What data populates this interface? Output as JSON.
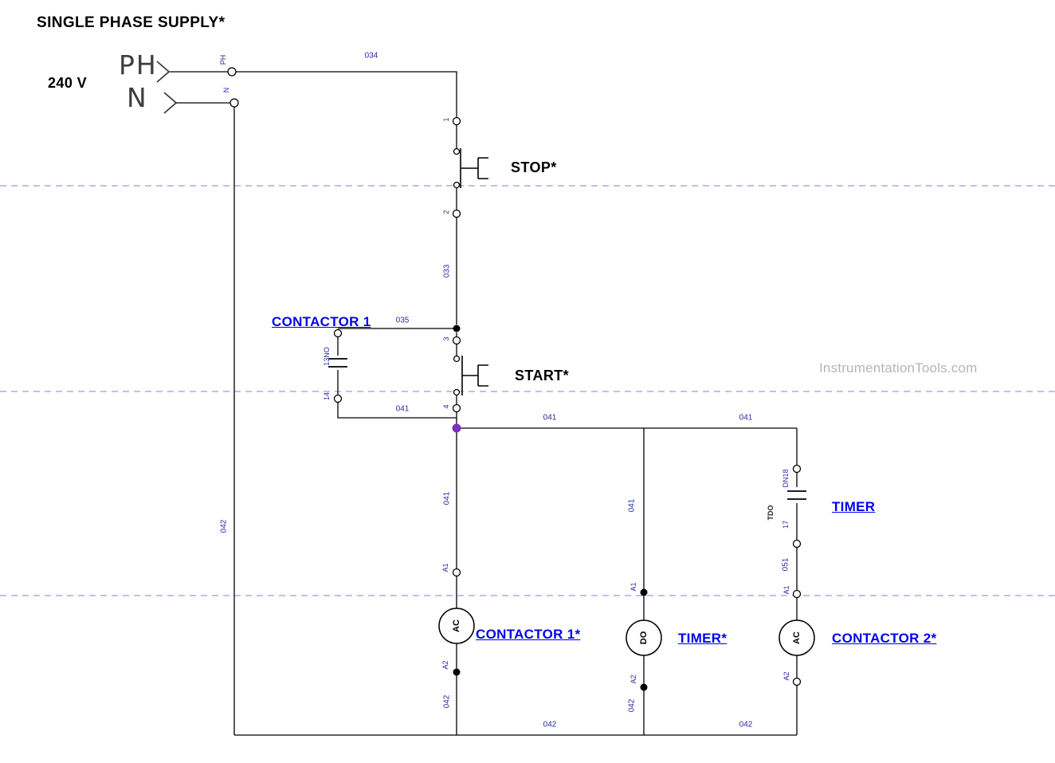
{
  "title": "SINGLE PHASE SUPPLY*",
  "supply": {
    "voltage": "240 V",
    "phase": "PH",
    "neutral": "N"
  },
  "watermark": "InstrumentationTools.com",
  "components": {
    "stop": "STOP*",
    "start": "START*",
    "contactor1_aux": "CONTACTOR 1",
    "timer_contact": "TIMER",
    "contactor1_coil": "CONTACTOR 1*",
    "timer_coil": "TIMER*",
    "contactor2_coil": "CONTACTOR 2*",
    "coil_ac": "AC",
    "coil_do": "DO",
    "tdo_mark": "TDO"
  },
  "wires": {
    "w034": "034",
    "w033": "033",
    "w035": "035",
    "w041": "041",
    "w042": "042",
    "w051": "051"
  },
  "terminals": {
    "ph": "PH",
    "n": "N",
    "t1": "1",
    "t2": "2",
    "t3": "3",
    "t4": "4",
    "t13no": "13NO",
    "t14": "14",
    "a1": "A1",
    "a2": "A2",
    "dn18": "DN18",
    "t17": "17"
  },
  "colors": {
    "label_blue": "#0000ee",
    "tiny_blue": "#2929a3",
    "junction_purple": "#7b2fbe",
    "separator": "#9a9ae0",
    "watermark_gray": "#b5b5b5",
    "wire_black": "#000000"
  }
}
